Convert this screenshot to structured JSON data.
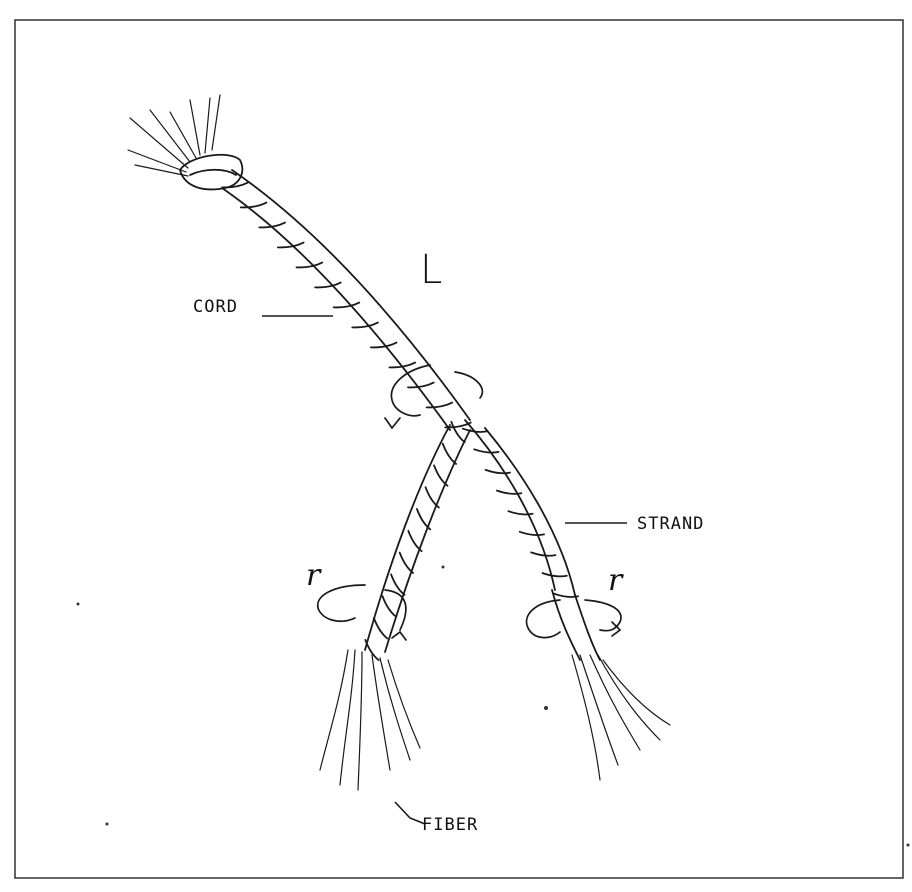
{
  "labels": {
    "cord": "CORD",
    "strand": "STRAND",
    "fiber": "FIBER"
  },
  "twist_marks": {
    "cord_twist": "L",
    "left_strand_twist": "r",
    "right_strand_twist": "r"
  },
  "colors": {
    "ink": "#1a1a1a",
    "background": "#ffffff"
  }
}
